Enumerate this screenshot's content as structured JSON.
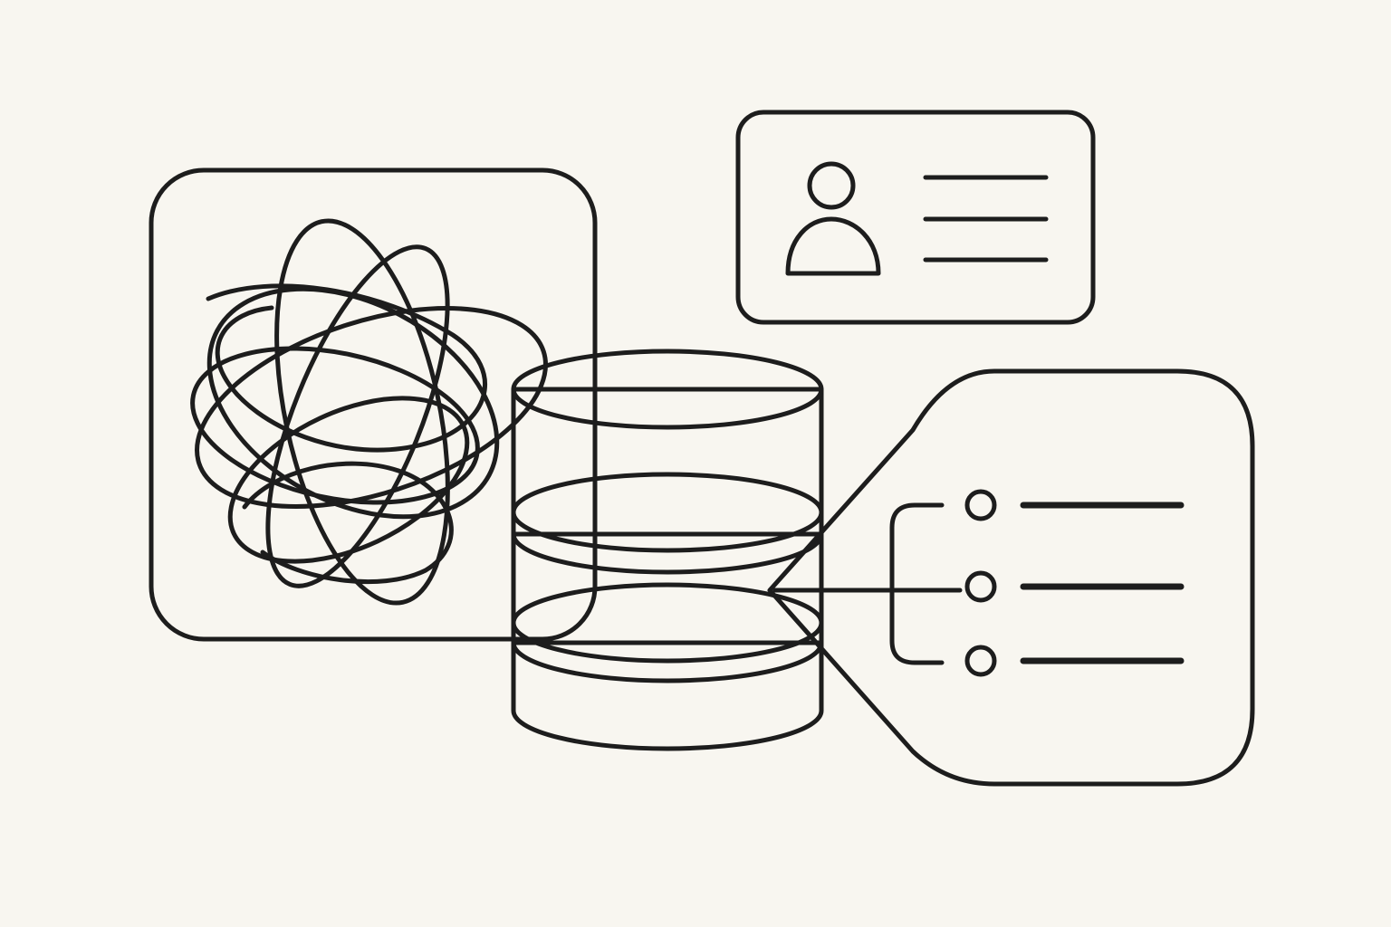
{
  "illustration": {
    "colors": {
      "background": "#f8f6f0",
      "ink": "#1d1d1d",
      "panel_fill": "#e4e3dd",
      "cylinder_light": "#f4f3ef",
      "cylinder_band": "#c9c8c3",
      "callout_fill": "#e6e5df"
    },
    "elements": {
      "tangle_panel": {
        "icon": "tangled-loops-icon"
      },
      "profile_card": {
        "icon": "user-avatar-icon",
        "text_lines": 3
      },
      "database": {
        "icon": "database-cylinder-icon",
        "sections": 3
      },
      "structured_list_callout": {
        "icon": "tree-list-icon",
        "items": 3
      }
    }
  }
}
